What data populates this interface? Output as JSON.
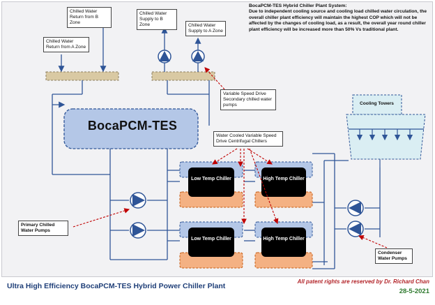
{
  "labels": {
    "return_b": "Chilled Water Return from B Zone",
    "return_a": "Chilled Water Return from A Zone",
    "supply_b": "Chilled Water Supply to B Zone",
    "supply_a": "Chilled Water Supply to A Zone",
    "vsd_pumps": "Variable Speed Drive Secondary chilled water pumps",
    "chillers_group": "Water Cooled Variable Speed Drive Centrifugal Chillers",
    "cooling_towers": "Cooling Towers",
    "primary_pumps": "Primary Chilled Water Pumps",
    "condenser_pumps": "Condenser Water Pumps"
  },
  "tes_title": "BocaPCM-TES",
  "chillers": [
    {
      "name": "Low Temp Chiller"
    },
    {
      "name": "High Temp Chiller"
    },
    {
      "name": "Low Temp Chiller"
    },
    {
      "name": "High Temp Chiller"
    }
  ],
  "info": {
    "title": "BocaPCM-TES Hybrid Chiller Plant System:",
    "body": "Due to independent cooling source and cooling load chilled water circulation, the overall chiller plant efficiency will maintain the highest COP which will not be affected by the changes of cooling load, as a result, the overall year round chiller plant efficiency will be increased more than 50% Vs traditional plant."
  },
  "footer": {
    "title": "Ultra High Efficiency BocaPCM-TES Hybrid Power Chiller Plant",
    "rights": "All patent rights are reserved by Dr. Richard Chan",
    "date": "28-5-2021"
  },
  "colors": {
    "pipe": "#2f5597",
    "pump_fill": "#2f5597",
    "tes_fill": "#b4c7e7",
    "evaporator_fill": "#b4c7e7",
    "condenser_fill": "#f4b183",
    "chiller_core": "#000000",
    "header_fill": "#d9c9a3",
    "tower_fill": "#daeef3",
    "callout_line": "#c00000"
  }
}
